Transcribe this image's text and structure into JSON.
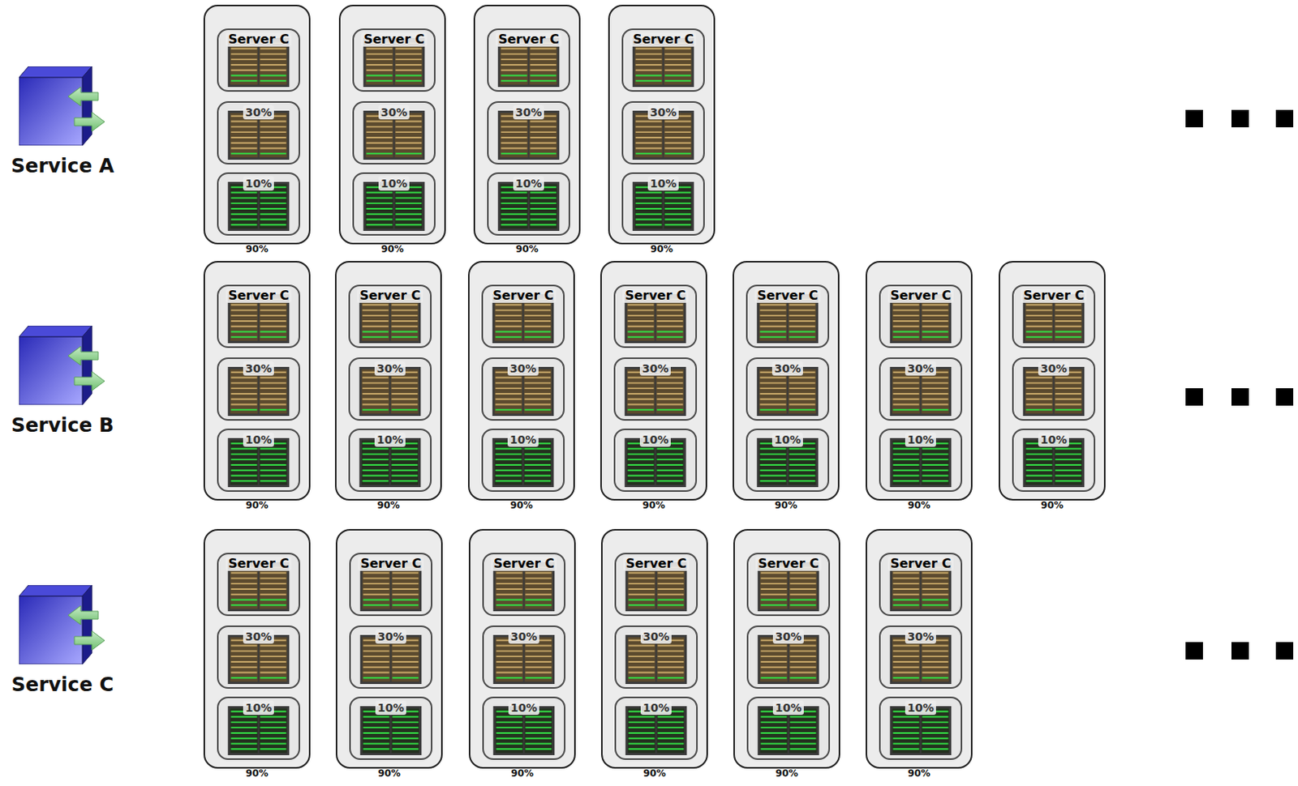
{
  "diagram": {
    "nodes": [
      {
        "text": [
          "Service A"
        ]
      },
      {
        "text": [
          "90%"
        ]
      },
      {
        "text": [
          "Server C"
        ],
        "in": 1
      },
      {
        "text": [
          "30%"
        ],
        "in": 1
      },
      {
        "text": [
          "10%"
        ],
        "in": 1
      },
      {
        "text": [
          "90%"
        ]
      },
      {
        "text": [
          "Server C"
        ],
        "in": 5
      },
      {
        "text": [
          "30%"
        ],
        "in": 5
      },
      {
        "text": [
          "10%"
        ],
        "in": 5
      },
      {
        "text": [
          "90%"
        ]
      },
      {
        "text": [
          "Server C"
        ],
        "in": 9
      },
      {
        "text": [
          "30%"
        ],
        "in": 9
      },
      {
        "text": [
          "10%"
        ],
        "in": 9
      },
      {
        "text": [
          "90%"
        ]
      },
      {
        "text": [
          "Server C"
        ],
        "in": 13
      },
      {
        "text": [
          "30%"
        ],
        "in": 13
      },
      {
        "text": [
          "10%"
        ],
        "in": 13
      },
      {
        "text": [
          "Service B"
        ]
      },
      {
        "text": [
          "90%"
        ]
      },
      {
        "text": [
          "Server C"
        ],
        "in": 18
      },
      {
        "text": [
          "30%"
        ],
        "in": 18
      },
      {
        "text": [
          "10%"
        ],
        "in": 18
      },
      {
        "text": [
          "90%"
        ]
      },
      {
        "text": [
          "Server C"
        ],
        "in": 22
      },
      {
        "text": [
          "30%"
        ],
        "in": 22
      },
      {
        "text": [
          "10%"
        ],
        "in": 22
      },
      {
        "text": [
          "90%"
        ]
      },
      {
        "text": [
          "Server C"
        ],
        "in": 26
      },
      {
        "text": [
          "30%"
        ],
        "in": 26
      },
      {
        "text": [
          "10%"
        ],
        "in": 26
      },
      {
        "text": [
          "90%"
        ]
      },
      {
        "text": [
          "Server C"
        ],
        "in": 30
      },
      {
        "text": [
          "30%"
        ],
        "in": 30
      },
      {
        "text": [
          "10%"
        ],
        "in": 30
      },
      {
        "text": [
          "90%"
        ]
      },
      {
        "text": [
          "Server C"
        ],
        "in": 34
      },
      {
        "text": [
          "30%"
        ],
        "in": 34
      },
      {
        "text": [
          "10%"
        ],
        "in": 34
      },
      {
        "text": [
          "90%"
        ]
      },
      {
        "text": [
          "Server C"
        ],
        "in": 38
      },
      {
        "text": [
          "30%"
        ],
        "in": 38
      },
      {
        "text": [
          "10%"
        ],
        "in": 38
      },
      {
        "text": [
          "90%"
        ]
      },
      {
        "text": [
          "Server C"
        ],
        "in": 42
      },
      {
        "text": [
          "30%"
        ],
        "in": 42
      },
      {
        "text": [
          "10%"
        ],
        "in": 42
      },
      {
        "text": [
          "Service C"
        ]
      },
      {
        "text": [
          "90%"
        ]
      },
      {
        "text": [
          "Server C"
        ],
        "in": 47
      },
      {
        "text": [
          "30%"
        ],
        "in": 47
      },
      {
        "text": [
          "10%"
        ],
        "in": 47
      },
      {
        "text": [
          "90%"
        ]
      },
      {
        "text": [
          "Server C"
        ],
        "in": 51
      },
      {
        "text": [
          "30%"
        ],
        "in": 51
      },
      {
        "text": [
          "10%"
        ],
        "in": 51
      },
      {
        "text": [
          "90%"
        ]
      },
      {
        "text": [
          "Server C"
        ],
        "in": 55
      },
      {
        "text": [
          "30%"
        ],
        "in": 55
      },
      {
        "text": [
          "10%"
        ],
        "in": 55
      },
      {
        "text": [
          "90%"
        ]
      },
      {
        "text": [
          "Server C"
        ],
        "in": 59
      },
      {
        "text": [
          "30%"
        ],
        "in": 59
      },
      {
        "text": [
          "10%"
        ],
        "in": 59
      },
      {
        "text": [
          "90%"
        ]
      },
      {
        "text": [
          "Server C"
        ],
        "in": 63
      },
      {
        "text": [
          "30%"
        ],
        "in": 63
      },
      {
        "text": [
          "10%"
        ],
        "in": 63
      },
      {
        "text": [
          "90%"
        ]
      },
      {
        "text": [
          "Server C"
        ],
        "in": 67
      },
      {
        "text": [
          "30%"
        ],
        "in": 67
      },
      {
        "text": [
          "10%"
        ],
        "in": 67
      }
    ]
  }
}
